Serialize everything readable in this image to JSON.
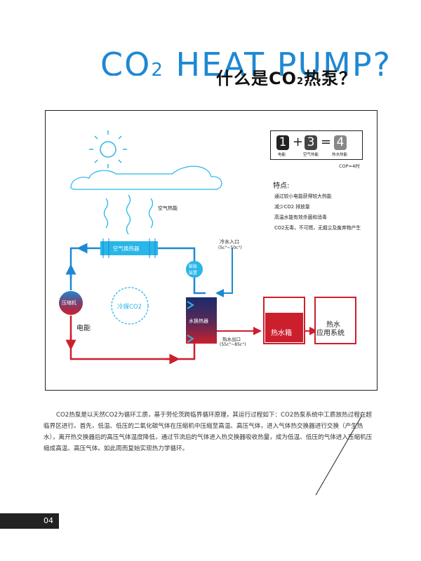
{
  "header": {
    "title_en": "CO",
    "title_en_sub": "2",
    "title_en_rest": " HEAT PUMP?",
    "title_cn_a": "什么是CO",
    "title_cn_sub": "2",
    "title_cn_b": "热泵？"
  },
  "diagram": {
    "air_heat": "空气热能",
    "air_exchanger": "空气换热器",
    "cold_water_in": "冷水入口",
    "cold_water_range": "(5c°~50c°)",
    "expansion_a": "膨胀",
    "expansion_b": "装置",
    "compressor": "压缩机",
    "electric": "电能",
    "refrigerant": "冷媒CO2",
    "water_exchanger": "水换热器",
    "hot_water_out": "热水出口",
    "hot_water_range": "(55c°~85c°)",
    "hot_tank": "热水箱",
    "hot_system_a": "热水",
    "hot_system_b": "应用系统",
    "cop": {
      "n1": "1",
      "plus": "+",
      "n3": "3",
      "eq": "=",
      "n4": "4",
      "l1": "电能",
      "l3": "空气热能",
      "l4": "热水热能",
      "caption": "COP=4时"
    },
    "features_title": "特点:",
    "features": [
      "通过较小电能获得较大热能",
      "减少CO2 排放量",
      "高温水能有效杀菌和消毒",
      "CO2无毒，不可燃，无烟尘及废弃物产生"
    ]
  },
  "body": {
    "paragraph": "CO2热泵是以天然CO2为循环工质，基于劳伦茨跨临界循环原理，其运行过程如下：CO2热泵系统中工质放热过程在超临界区进行。首先，低温、低压的二氧化碳气体在压缩机中压缩至高温、高压气体，进入气体热交换器进行交换（产生热水），离开热交换器后的高压气体温度降低，通过节流后的气体进入热交换器吸收热量，成为低温、低压的气体进入压缩机压缩成高温、高压气体。如此周而复始实现热力学循环。"
  },
  "footer": {
    "page_number": "04"
  },
  "colors": {
    "blue": "#1e88d2",
    "cyan": "#29b6e8",
    "red": "#cc1f2d",
    "dark": "#222222"
  }
}
